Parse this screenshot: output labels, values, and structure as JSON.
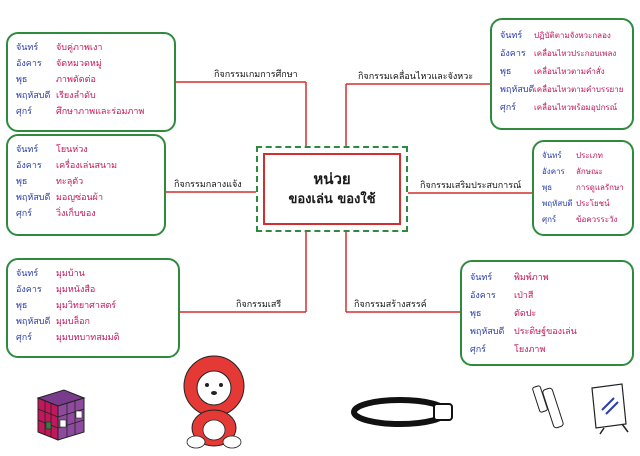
{
  "centre": {
    "line1": "หน่วย",
    "line2": "ของเล่น  ของใช้"
  },
  "branches": [
    {
      "id": "tl",
      "label": "กิจกรรมเกมการศึกษา",
      "items": [
        {
          "day": "จันทร์",
          "activity": "จับคู่ภาพเงา"
        },
        {
          "day": "อังคาร",
          "activity": "จัดหมวดหมู่"
        },
        {
          "day": "พุธ",
          "activity": "ภาพตัดต่อ"
        },
        {
          "day": "พฤหัสบดี",
          "activity": "เรียงลำดับ"
        },
        {
          "day": "ศุกร์",
          "activity": "ศึกษาภาพและร่อมภาพ"
        }
      ]
    },
    {
      "id": "ml",
      "label": "กิจกรรมกลางแจ้ง",
      "items": [
        {
          "day": "จันทร์",
          "activity": "โยนห่วง"
        },
        {
          "day": "อังคาร",
          "activity": "เครื่องเล่นสนาม"
        },
        {
          "day": "พุธ",
          "activity": "ทะลุตัว"
        },
        {
          "day": "พฤหัสบดี",
          "activity": "มอญซ่อนผ้า"
        },
        {
          "day": "ศุกร์",
          "activity": "วิ่งเก็บของ"
        }
      ]
    },
    {
      "id": "bl",
      "label": "กิจกรรมเสรี",
      "items": [
        {
          "day": "จันทร์",
          "activity": "มุมบ้าน"
        },
        {
          "day": "อังคาร",
          "activity": "มุมหนังสือ"
        },
        {
          "day": "พุธ",
          "activity": "มุมวิทยาศาสตร์"
        },
        {
          "day": "พฤหัสบดี",
          "activity": "มุมบล็อก"
        },
        {
          "day": "ศุกร์",
          "activity": "มุมบทบาทสมมติ"
        }
      ]
    },
    {
      "id": "tr",
      "label": "กิจกรรมเคลื่อนไหวและจังหวะ",
      "items": [
        {
          "day": "จันทร์",
          "activity": "ปฏิบัติตามจังหวะกลอง"
        },
        {
          "day": "อังคาร",
          "activity": "เคลื่อนไหวประกอบเพลง"
        },
        {
          "day": "พุธ",
          "activity": "เคลื่อนไหวตามคำสั่ง"
        },
        {
          "day": "พฤหัสบดี",
          "activity": "เคลื่อนไหวตามคำบรรยาย"
        },
        {
          "day": "ศุกร์",
          "activity": "เคลื่อนไหวพร้อมอุปกรณ์"
        }
      ]
    },
    {
      "id": "mr",
      "label": "กิจกรรมเสริมประสบการณ์",
      "items": [
        {
          "day": "จันทร์",
          "activity": "ประเภท"
        },
        {
          "day": "อังคาร",
          "activity": "ลักษณะ"
        },
        {
          "day": "พุธ",
          "activity": "การดูแลรักษา"
        },
        {
          "day": "พฤหัสบดี",
          "activity": "ประโยชน์"
        },
        {
          "day": "ศุกร์",
          "activity": "ข้อควรระวัง"
        }
      ]
    },
    {
      "id": "br",
      "label": "กิจกรรมสร้างสรรค์",
      "items": [
        {
          "day": "จันทร์",
          "activity": "พิมพ์ภาพ"
        },
        {
          "day": "อังคาร",
          "activity": "เป่าสี"
        },
        {
          "day": "พุธ",
          "activity": "ตัดปะ"
        },
        {
          "day": "พฤหัสบดี",
          "activity": "ประดิษฐ์ของเล่น"
        },
        {
          "day": "ศุกร์",
          "activity": "โยงภาพ"
        }
      ]
    }
  ],
  "colors": {
    "box_border": "#2e8b3e",
    "day_text": "#2b3fa8",
    "activity_text": "#c2185b",
    "centre_border": "#d32f2f"
  },
  "illustrations": [
    "rubiks-cube-icon",
    "lion-toy-icon",
    "headband-icon",
    "comb-and-mirror-icon"
  ]
}
